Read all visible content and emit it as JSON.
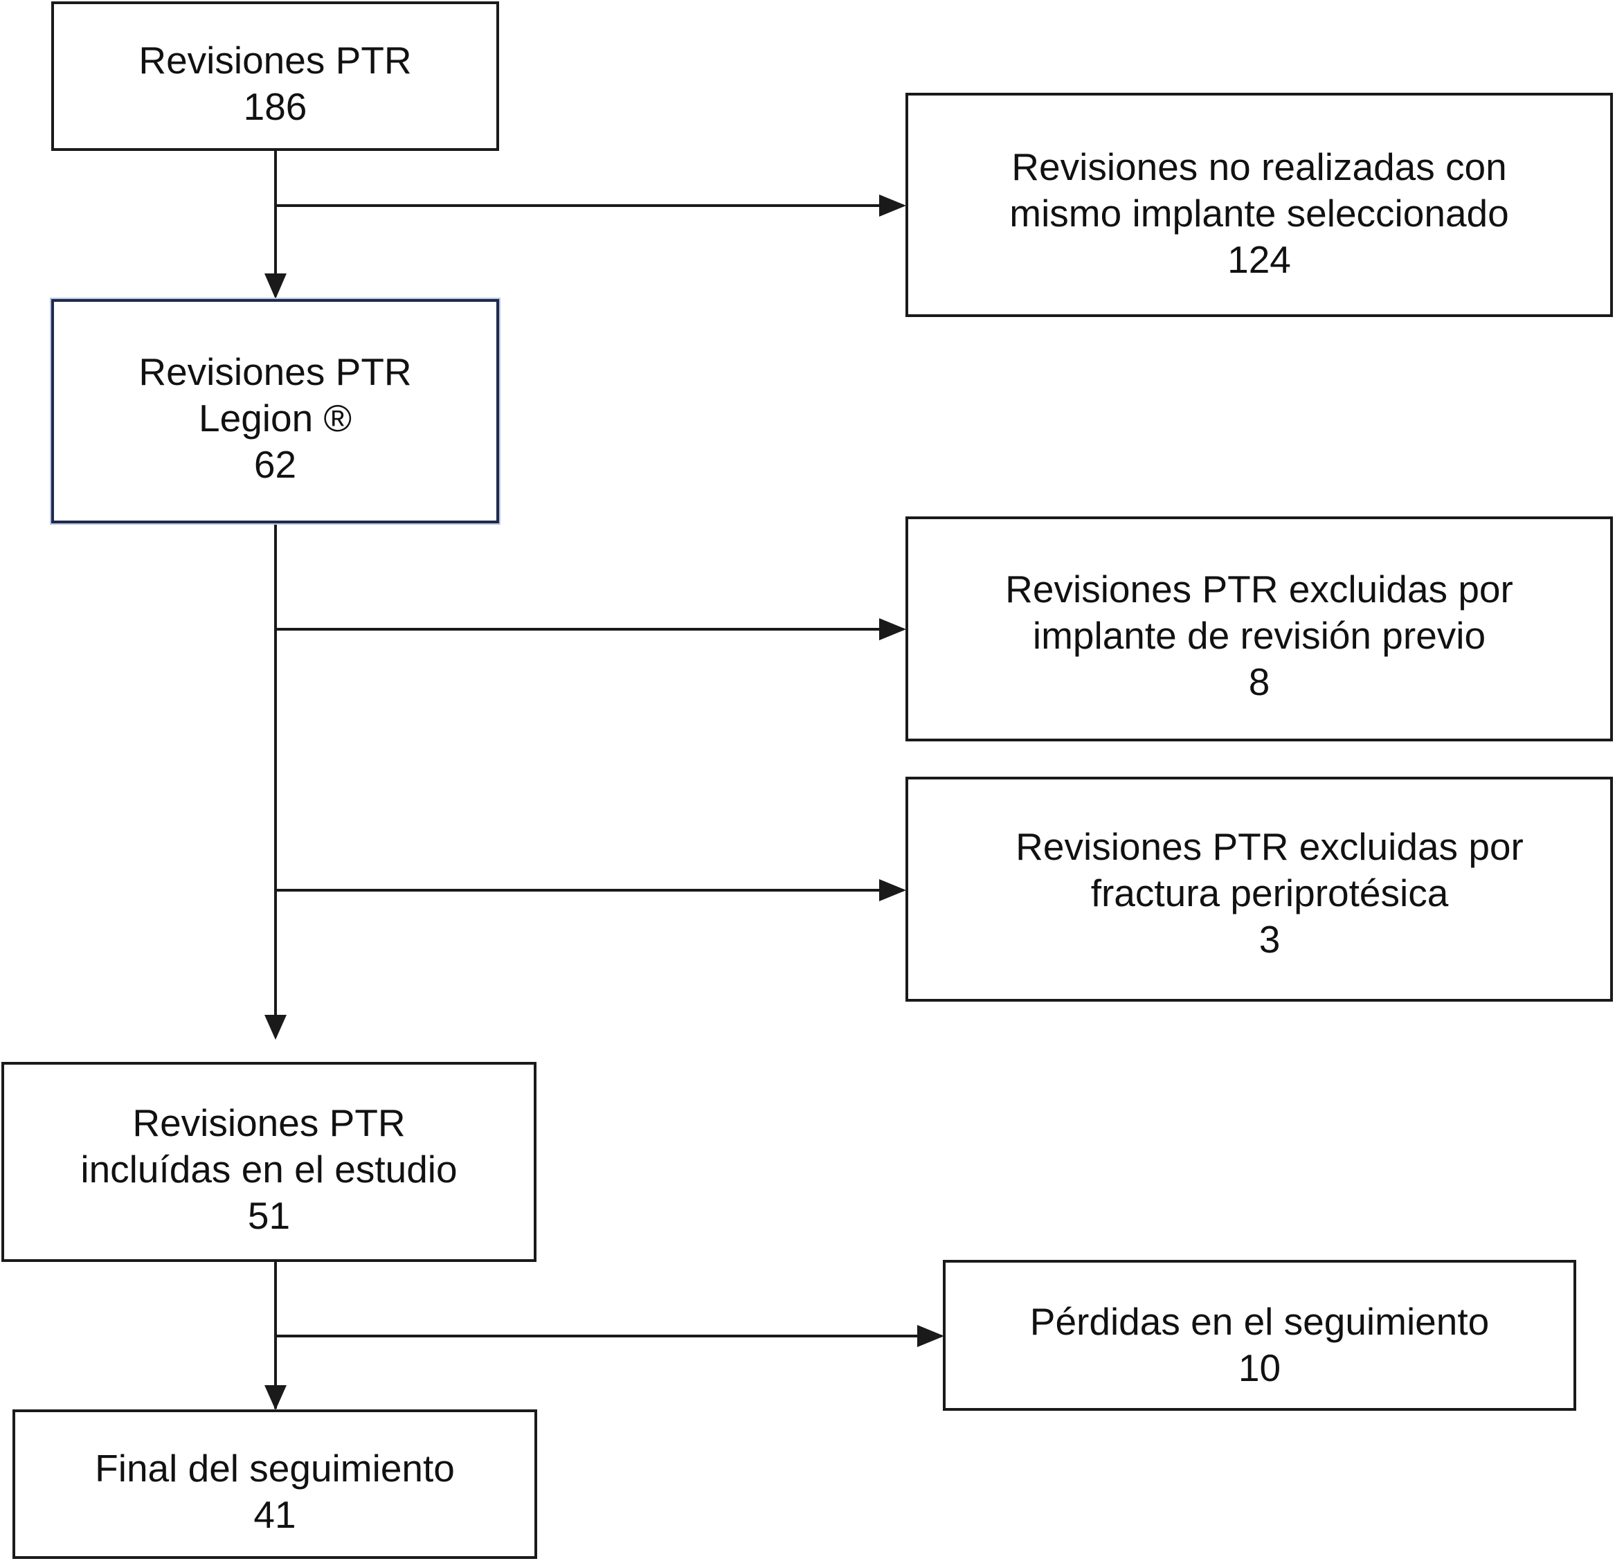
{
  "flowchart": {
    "total": {
      "lines": [
        "Revisiones PTR",
        "186"
      ]
    },
    "excluded_implant": {
      "lines": [
        "Revisiones no realizadas con",
        "mismo implante seleccionado",
        "124"
      ]
    },
    "legion": {
      "lines": [
        "Revisiones PTR",
        "Legion ®",
        "62"
      ]
    },
    "excluded_previous": {
      "lines": [
        "Revisiones PTR excluidas por",
        "implante de revisión previo",
        "8"
      ]
    },
    "excluded_fracture": {
      "lines": [
        "Revisiones PTR excluidas por",
        "fractura periprotésica",
        "3"
      ]
    },
    "included": {
      "lines": [
        "Revisiones PTR",
        "incluídas en el estudio",
        "51"
      ]
    },
    "lost": {
      "lines": [
        "Pérdidas en el seguimiento",
        "10"
      ]
    },
    "final": {
      "lines": [
        "Final del seguimiento",
        "41"
      ]
    }
  }
}
